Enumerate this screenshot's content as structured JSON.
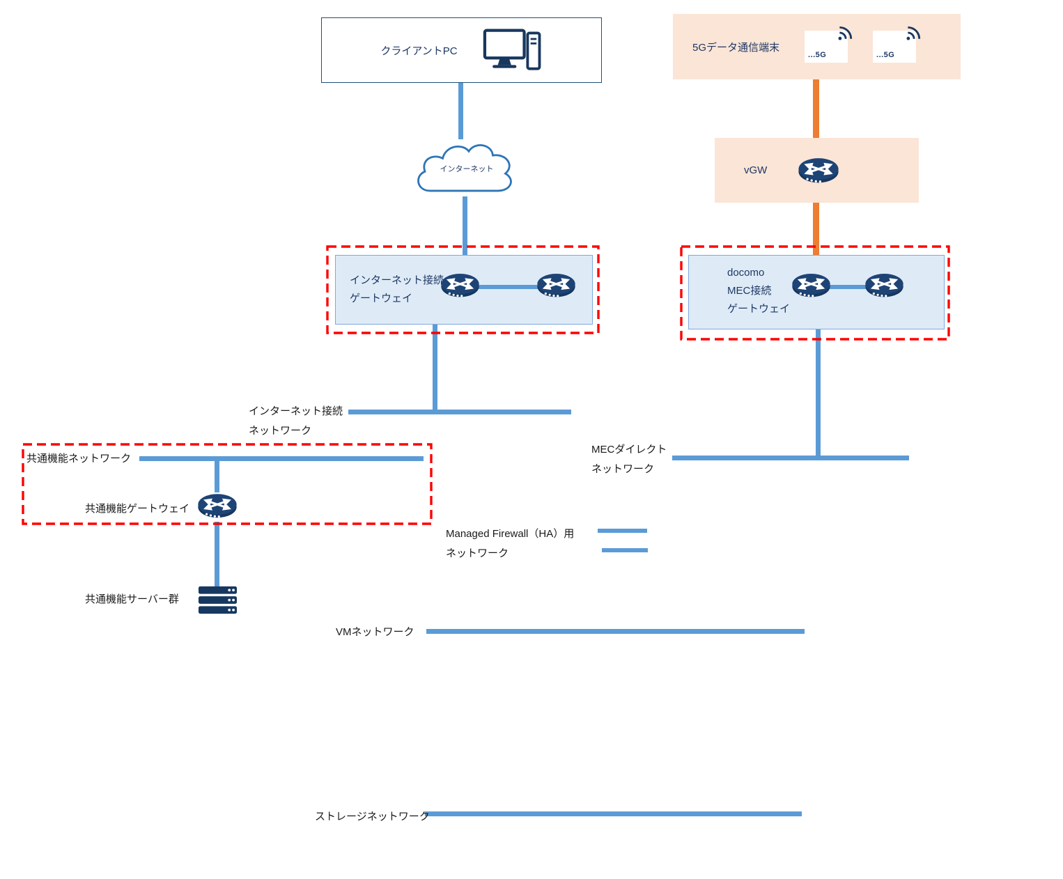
{
  "colors": {
    "blue": "#5B9BD5",
    "orange": "#ED7D31",
    "peach": "#FBE5D6",
    "lightblue": "#DEEBF7",
    "lightblue_border": "#7FA8D9",
    "navy": "#1F3864",
    "red": "#FF0000",
    "text": "#1A1A1A"
  },
  "nodes": {
    "client_pc": {
      "label": "クライアントPC"
    },
    "terminal_5g": {
      "label": "5Gデータ通信端末",
      "device_text": "...5G"
    },
    "internet_cloud": {
      "label": "インターネット"
    },
    "vgw": {
      "label": "vGW"
    },
    "internet_gateway": {
      "line1": "インターネット接続",
      "line2": "ゲートウェイ"
    },
    "mec_gateway": {
      "line1": "docomo",
      "line2": "MEC接続",
      "line3": "ゲートウェイ"
    },
    "common_gateway": {
      "label": "共通機能ゲートウェイ"
    },
    "common_servers": {
      "label": "共通機能サーバー群"
    }
  },
  "networks": {
    "internet_access": {
      "line1": "インターネット接続",
      "line2": "ネットワーク"
    },
    "mec_direct": {
      "line1": "MECダイレクト",
      "line2": "ネットワーク"
    },
    "common": {
      "label": "共通機能ネットワーク"
    },
    "managed_firewall": {
      "line1": "Managed Firewall（HA）用",
      "line2": "ネットワーク"
    },
    "vm": {
      "label": "VMネットワーク"
    },
    "storage": {
      "label": "ストレージネットワーク"
    }
  }
}
